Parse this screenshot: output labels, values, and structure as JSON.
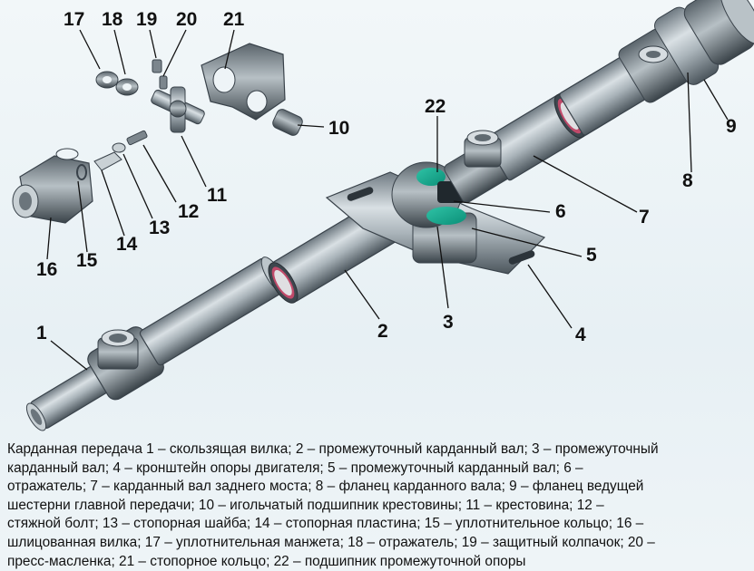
{
  "callouts": [
    "1",
    "2",
    "3",
    "4",
    "5",
    "6",
    "7",
    "8",
    "9",
    "10",
    "11",
    "12",
    "13",
    "14",
    "15",
    "16",
    "17",
    "18",
    "19",
    "20",
    "21",
    "22"
  ],
  "caption": [
    "Карданная передача 1 – скользящая вилка; 2 – промежуточный карданный вал; 3 – промежуточный",
    "карданный вал; 4 – кронштейн опоры двигателя; 5 – промежуточный карданный вал; 6 –",
    "отражатель; 7 – карданный вал заднего моста; 8 – фланец карданного вала; 9 – фланец ведущей",
    "шестерни главной передачи; 10 – игольчатый подшипник крестовины; 11 – крестовина; 12 –",
    "стяжной болт; 13 – стопорная шайба; 14 – стопорная пластина; 15 – уплотнительное кольцо; 16 –",
    "шлицованная вилка; 17 – уплотнительная манжета; 18 – отражатель; 19 – защитный колпачок; 20 –",
    "пресс-масленка; 21 – стопорное кольцо; 22 – подшипник промежуточной опоры"
  ]
}
